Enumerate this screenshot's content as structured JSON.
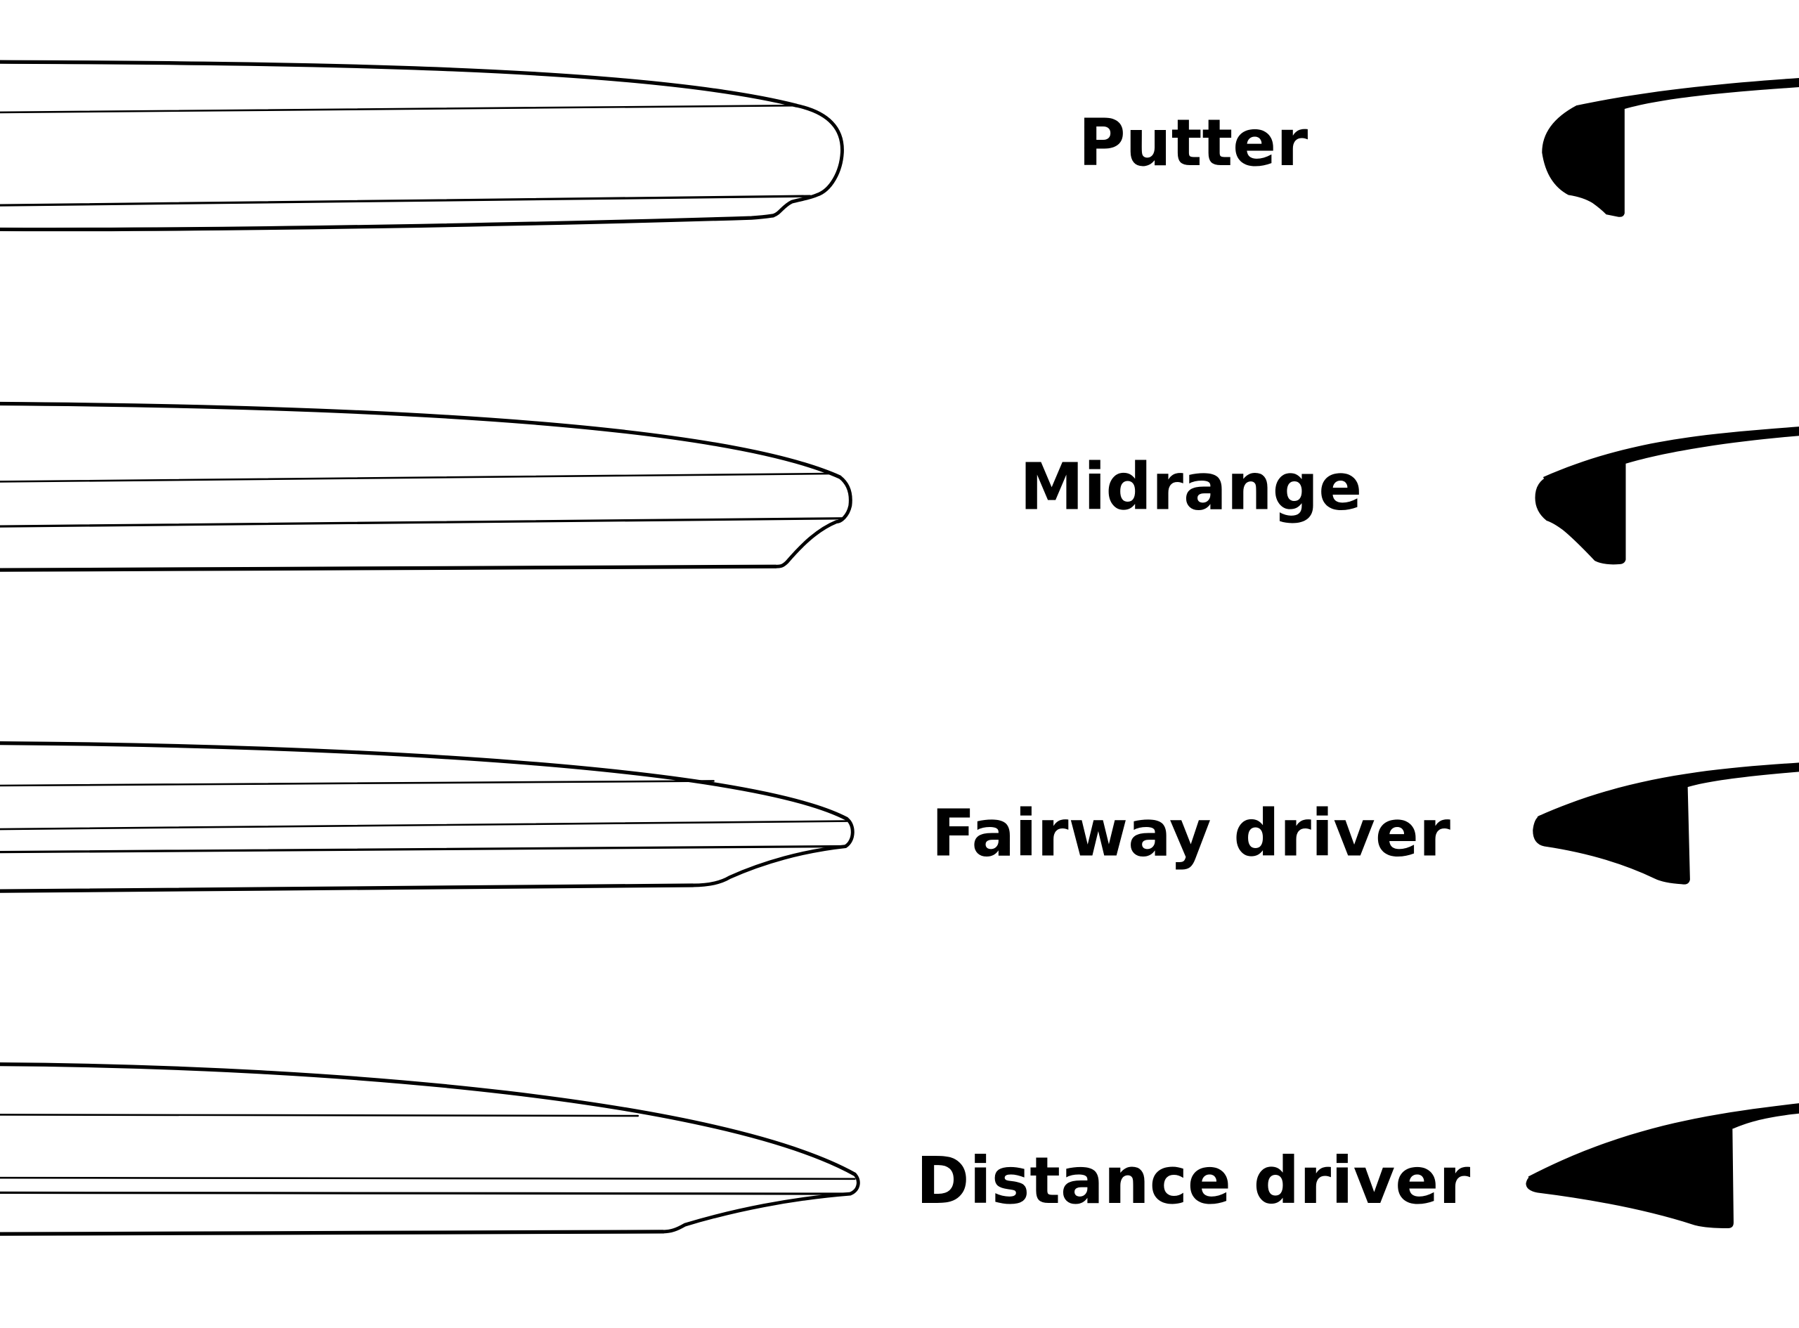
{
  "colors": {
    "background": "#ffffff",
    "ink": "#000000"
  },
  "discs": [
    {
      "label": "Putter"
    },
    {
      "label": "Midrange"
    },
    {
      "label": "Fairway driver"
    },
    {
      "label": "Distance driver"
    }
  ]
}
